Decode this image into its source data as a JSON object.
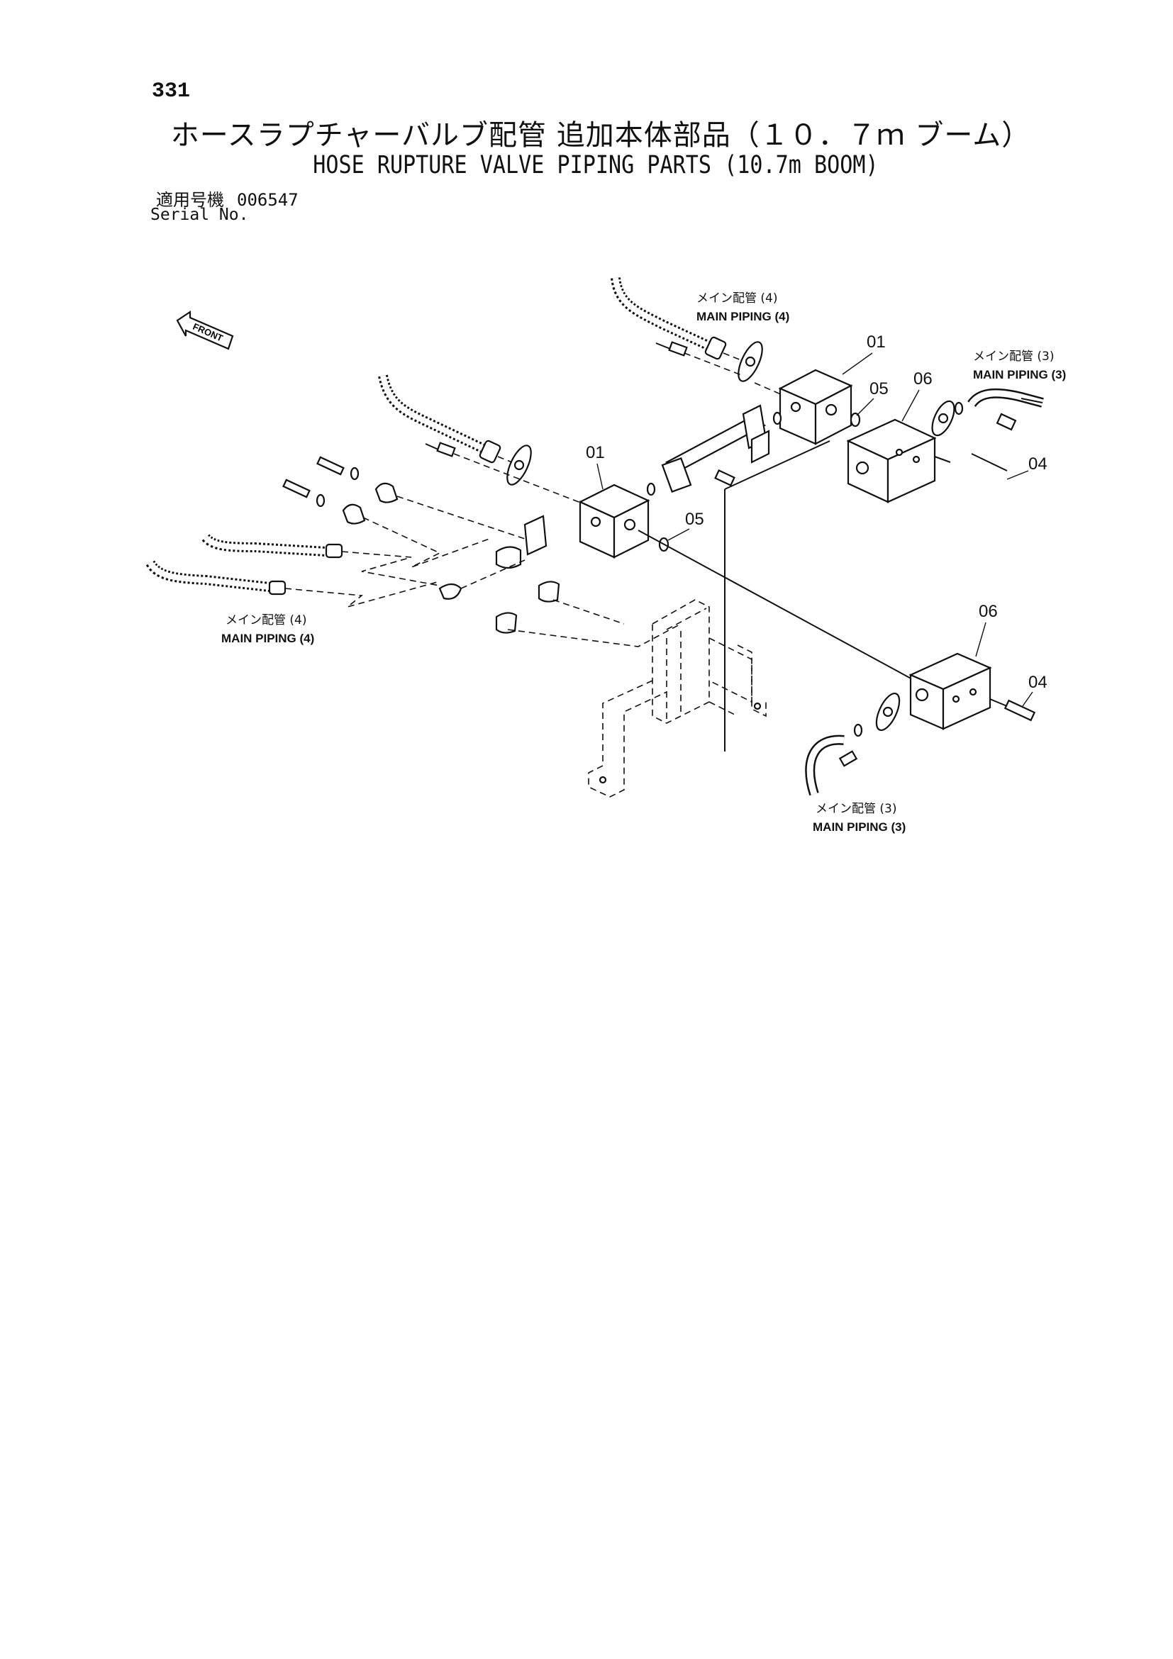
{
  "page": {
    "number": "331",
    "title_jp": "ホースラプチャーバルブ配管 追加本体部品（１０．７ｍ ブーム）",
    "title_en": "HOSE RUPTURE VALVE PIPING PARTS (10.7m BOOM)",
    "serial_label_jp": "適用号機",
    "serial_label_en": "Serial No.",
    "serial_value": "006547"
  },
  "diagram": {
    "front_marker": "FRONT",
    "callouts": {
      "main_piping_4_top_jp": "メイン配管 (4)",
      "main_piping_4_top_en": "MAIN PIPING (4)",
      "main_piping_3_top_jp": "メイン配管 (3)",
      "main_piping_3_top_en": "MAIN PIPING (3)",
      "main_piping_4_left_jp": "メイン配管 (4)",
      "main_piping_4_left_en": "MAIN PIPING (4)",
      "main_piping_3_bottom_jp": "メイン配管 (3)",
      "main_piping_3_bottom_en": "MAIN PIPING (3)"
    },
    "part_numbers": {
      "p01_upper": "01",
      "p01_lower": "01",
      "p05_upper": "05",
      "p05_lower": "05",
      "p06_upper": "06",
      "p06_lower": "06",
      "p04_upper": "04",
      "p04_lower": "04"
    }
  }
}
